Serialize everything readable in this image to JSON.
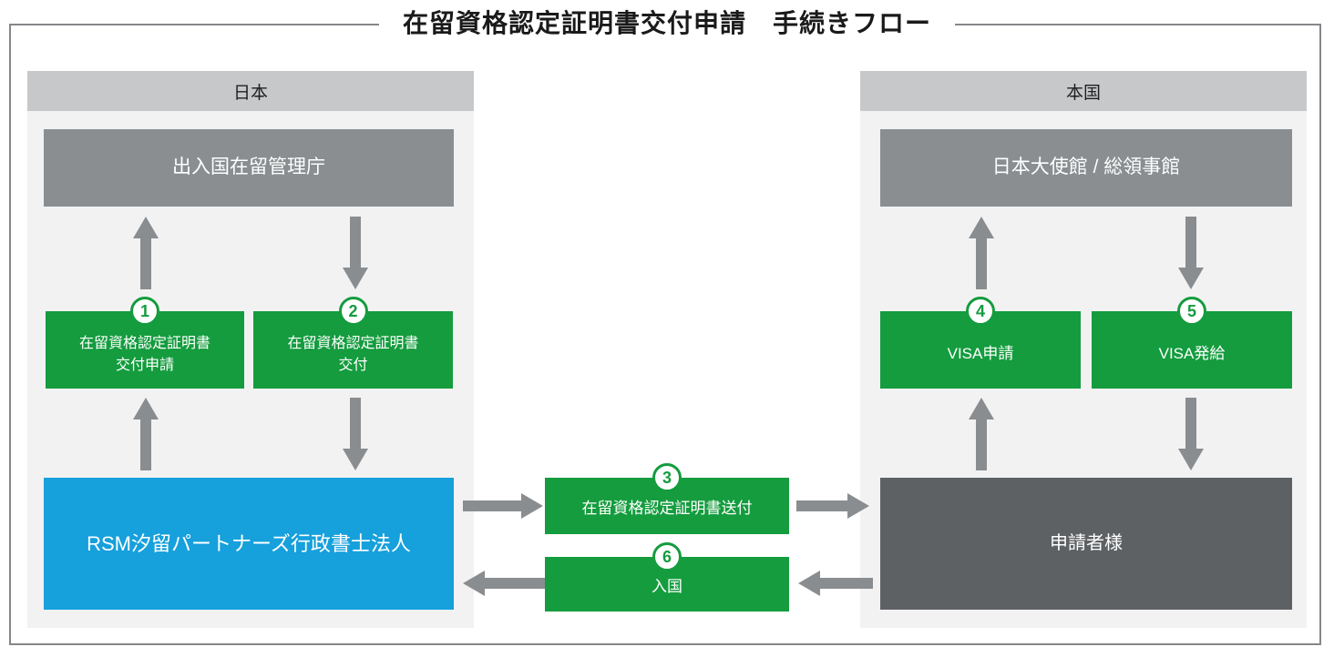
{
  "title": "在留資格認定証明書交付申請　手続きフロー",
  "colors": {
    "step_green": "#149c3e",
    "firm_blue": "#16a0dc",
    "agency_gray": "#8a8e91",
    "applicant_dark_gray": "#5e6164",
    "panel_background": "#f2f2f3",
    "panel_header_gray": "#c7c8ca",
    "arrow_gray": "#8a8d90",
    "frame_border": "#85878a"
  },
  "japan_panel": {
    "header": "日本",
    "agency_box": "出入国在留管理庁",
    "step1": {
      "number": "1",
      "line1": "在留資格認定証明書",
      "line2": "交付申請"
    },
    "step2": {
      "number": "2",
      "line1": "在留資格認定証明書",
      "line2": "交付"
    },
    "firm_box": "RSM汐留パートナーズ行政書士法人"
  },
  "home_panel": {
    "header": "本国",
    "embassy_box": "日本大使館 / 総領事館",
    "step4": {
      "number": "4",
      "label": "VISA申請"
    },
    "step5": {
      "number": "5",
      "label": "VISA発給"
    },
    "applicant_box": "申請者様"
  },
  "middle": {
    "step3": {
      "number": "3",
      "label": "在留資格認定証明書送付"
    },
    "step6": {
      "number": "6",
      "label": "入国"
    }
  }
}
